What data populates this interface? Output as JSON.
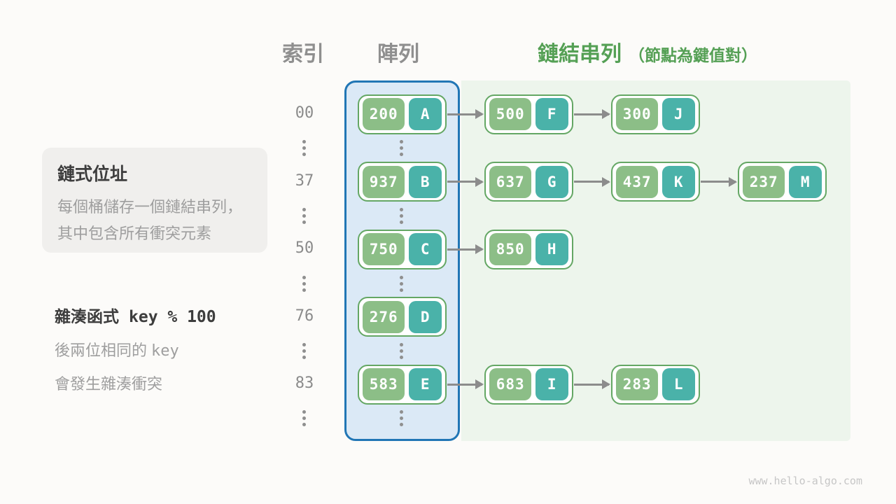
{
  "header": {
    "index_label": "索引",
    "array_label": "陣列",
    "list_label": "鏈結串列",
    "list_note": "（節點為鍵值對）"
  },
  "info_box": {
    "title": "鏈式位址",
    "line1": "每個桶儲存一個鏈結串列，",
    "line2": "其中包含所有衝突元素"
  },
  "hash_note": {
    "title": "雜湊函式",
    "title_code": "key % 100",
    "line1": "後兩位相同的",
    "line1_code": "key",
    "line2": "會發生雜湊衝突"
  },
  "watermark": "www.hello-algo.com",
  "colors": {
    "header_green": "#55a055",
    "array_fill": "#dbe9f6",
    "array_border": "#2176b5",
    "list_fill": "#edf5ec",
    "node_border": "#64a764",
    "key_fill": "#8cbe87",
    "val_fill": "#4ab2a9",
    "arrow_gray": "#8c8c8c"
  },
  "diagram": {
    "rows": [
      {
        "index": "00",
        "nodes": [
          {
            "key": "200",
            "value": "A"
          },
          {
            "key": "500",
            "value": "F"
          },
          {
            "key": "300",
            "value": "J"
          }
        ]
      },
      {
        "index": "37",
        "nodes": [
          {
            "key": "937",
            "value": "B"
          },
          {
            "key": "637",
            "value": "G"
          },
          {
            "key": "437",
            "value": "K"
          },
          {
            "key": "237",
            "value": "M"
          }
        ]
      },
      {
        "index": "50",
        "nodes": [
          {
            "key": "750",
            "value": "C"
          },
          {
            "key": "850",
            "value": "H"
          }
        ]
      },
      {
        "index": "76",
        "nodes": [
          {
            "key": "276",
            "value": "D"
          }
        ]
      },
      {
        "index": "83",
        "nodes": [
          {
            "key": "583",
            "value": "E"
          },
          {
            "key": "683",
            "value": "I"
          },
          {
            "key": "283",
            "value": "L"
          }
        ]
      }
    ]
  }
}
